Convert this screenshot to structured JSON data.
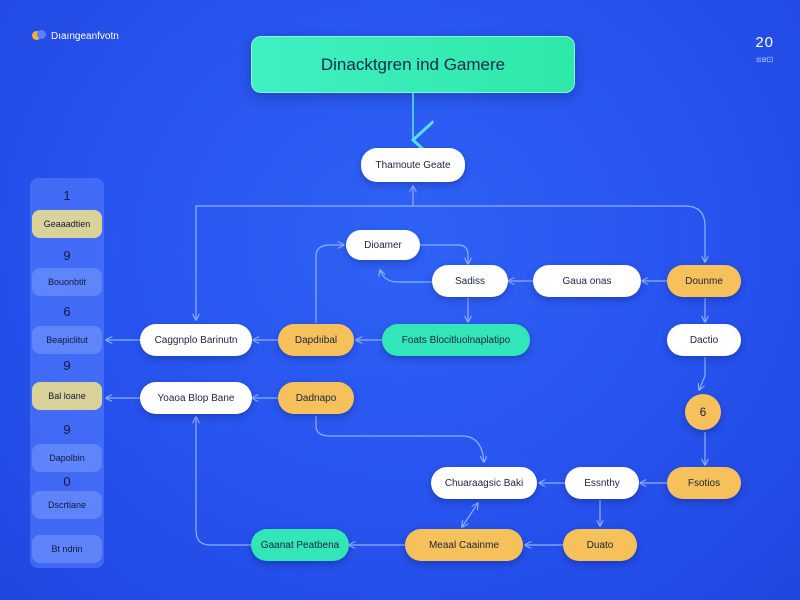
{
  "header": {
    "brand": "Dıaıngeanfvotn",
    "title": "Dinacktgren ind Gamere",
    "corner_number": "20",
    "corner_sub": "ຮອ⊡"
  },
  "sidebar": {
    "numbers": [
      "1",
      "9",
      "6",
      "9",
      "9",
      "0"
    ],
    "items": [
      {
        "label": "Geaaadtien",
        "highlight": true
      },
      {
        "label": "Bouonbtit",
        "highlight": false
      },
      {
        "label": "Beapiclitut",
        "highlight": false
      },
      {
        "label": "Bal loane",
        "highlight": true
      },
      {
        "label": "Dapolbin",
        "highlight": false
      },
      {
        "label": "Dscrtiane",
        "highlight": false
      },
      {
        "label": "Bt ndrin",
        "highlight": false
      }
    ]
  },
  "nodes": {
    "top": "Thamoute Geate",
    "n_mid_top": "Dioamer",
    "n_center": "Sadiss",
    "n_center_right": "Gaua onas",
    "n_right_top": "Dounme",
    "n_left1": "Caggnplo Barinutn",
    "n_orange1": "Dapdıibal",
    "n_teal1": "Foats Blocitluolnaplatipo",
    "n_right2": "Dactio",
    "n_left2": "Yoaoa Blop Bane",
    "n_orange2": "Dadnapo",
    "n_circle": "6",
    "n_white_b1": "Chuaraagsic Baki",
    "n_white_b2": "Essnthy",
    "n_orange_b3": "Fsotios",
    "n_teal_b": "Gaanat Peatbena",
    "n_orange_b1": "Meaal Caainme",
    "n_orange_b2": "Duato"
  },
  "colors": {
    "background": "#2753ee",
    "teal": "#33e6b8",
    "orange": "#f6c05a",
    "white": "#ffffff",
    "edge": "#8fb0ff"
  }
}
